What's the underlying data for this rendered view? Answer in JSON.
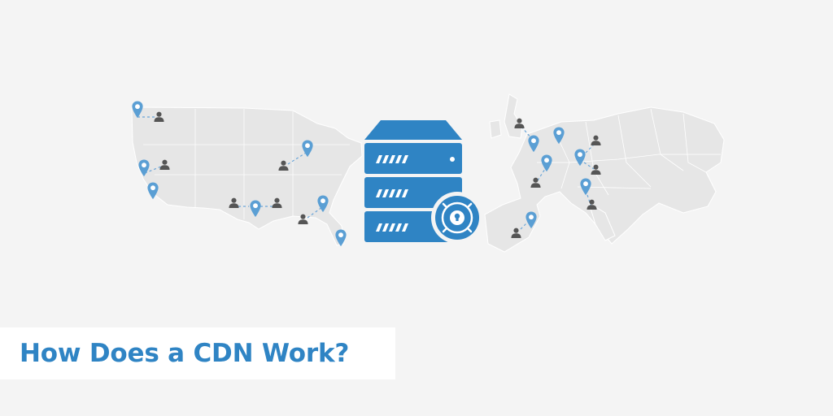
{
  "title": "How Does a CDN Work?",
  "colors": {
    "background": "#f4f4f4",
    "map_fill": "#e6e6e6",
    "map_border": "#ffffff",
    "accent_blue": "#2f84c4",
    "pin_blue": "#5b9fd4",
    "user_gray": "#555555",
    "connector": "#6aa5d8"
  },
  "icons": {
    "server": "server-icon",
    "lock_badge": "lock-badge-icon",
    "location_pin": "location-pin-icon",
    "user": "user-icon"
  },
  "regions": [
    "united-states",
    "europe"
  ]
}
